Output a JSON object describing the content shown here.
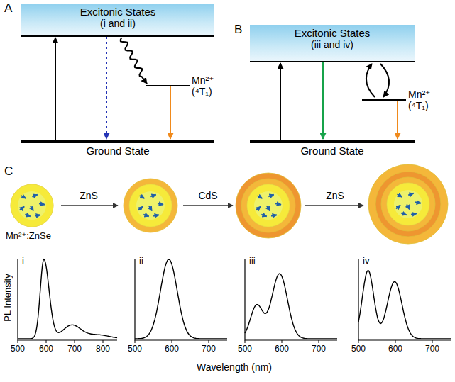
{
  "diagram": {
    "nodes": [
      {
        "text": [
          "Excitonic States",
          "(i and ii)"
        ]
      },
      {
        "text": [
          "Mn²⁺ (⁴T₁)"
        ]
      },
      {
        "text": [
          "Ground State"
        ]
      },
      {
        "text": [
          "Excitonic States",
          "(iii and iv)"
        ]
      },
      {
        "text": [
          "Mn²⁺ (⁴T₁)"
        ]
      },
      {
        "text": [
          "Ground State"
        ]
      }
    ],
    "edges": [
      {
        "from": 2,
        "to": 0,
        "arrow": "to"
      },
      {
        "from": 0,
        "to": 2,
        "arrow": "to"
      },
      {
        "from": 0,
        "to": 1,
        "arrow": "to"
      },
      {
        "from": 1,
        "to": 2,
        "arrow": "to"
      },
      {
        "from": 5,
        "to": 3,
        "arrow": "to"
      },
      {
        "from": 3,
        "to": 5,
        "arrow": "to"
      },
      {
        "from": 3,
        "to": 4,
        "arrow": "both"
      },
      {
        "from": 4,
        "to": 5,
        "arrow": "to"
      }
    ],
    "labels": [
      "A",
      "B",
      "C",
      "Mn²⁺:ZnSe",
      "ZnS",
      "CdS",
      "ZnS",
      "i",
      "ii",
      "iii",
      "iv",
      "500",
      "600",
      "700",
      "800",
      "500",
      "600",
      "700",
      "500",
      "600",
      "700",
      "500",
      "600",
      "700",
      "PL Intensity",
      "Wavelength (nm)"
    ]
  }
}
